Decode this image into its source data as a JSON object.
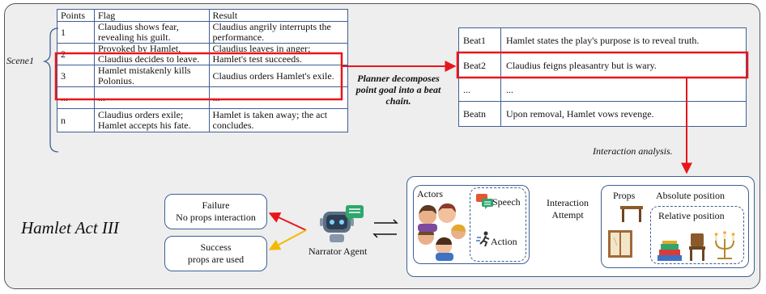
{
  "points_table": {
    "headers": [
      "Points",
      "Flag",
      "Result"
    ],
    "rows": [
      {
        "point": "1",
        "flag": "Claudius shows fear, revealing his guilt.",
        "result": "Claudius angrily interrupts the performance."
      },
      {
        "point": "2",
        "flag": "Provoked by Hamlet, Claudius decides to leave.",
        "result": "Claudius leaves in anger; Hamlet's test succeeds."
      },
      {
        "point": "3",
        "flag": "Hamlet mistakenly kills Polonius.",
        "result": "Claudius orders Hamlet's exile."
      },
      {
        "point": "...",
        "flag": "...",
        "result": "..."
      },
      {
        "point": "n",
        "flag": "Claudius orders exile; Hamlet accepts his fate.",
        "result": "Hamlet is taken away; the act concludes."
      }
    ]
  },
  "scene_label": "Scene1",
  "planner_note": "Planner decomposes point goal into a beat chain.",
  "beats_table": {
    "rows": [
      {
        "beat": "Beat1",
        "text": "Hamlet states the play's purpose is to reveal truth."
      },
      {
        "beat": "Beat2",
        "text": "Claudius feigns pleasantry but is wary."
      },
      {
        "beat": "...",
        "text": "..."
      },
      {
        "beat": "Beatn",
        "text": "Upon removal, Hamlet vows revenge."
      }
    ]
  },
  "interaction_analysis": "Interaction analysis.",
  "act_title": "Hamlet Act III",
  "failure": {
    "line1": "Failure",
    "line2": "No props interaction"
  },
  "success": {
    "line1": "Success",
    "line2": "props are used"
  },
  "narrator_label": "Narrator Agent",
  "actors_label": "Actors",
  "speech_label": "Speech",
  "action_label": "Action",
  "interaction_attempt": {
    "line1": "Interaction",
    "line2": "Attempt"
  },
  "props_label": "Props",
  "absolute_position": "Absolute position",
  "relative_position": "Relative position",
  "colors": {
    "red": "#e8161b",
    "blue": "#3f5f93",
    "orange": "#f5b800",
    "frame_bg": "#eeeeee"
  }
}
